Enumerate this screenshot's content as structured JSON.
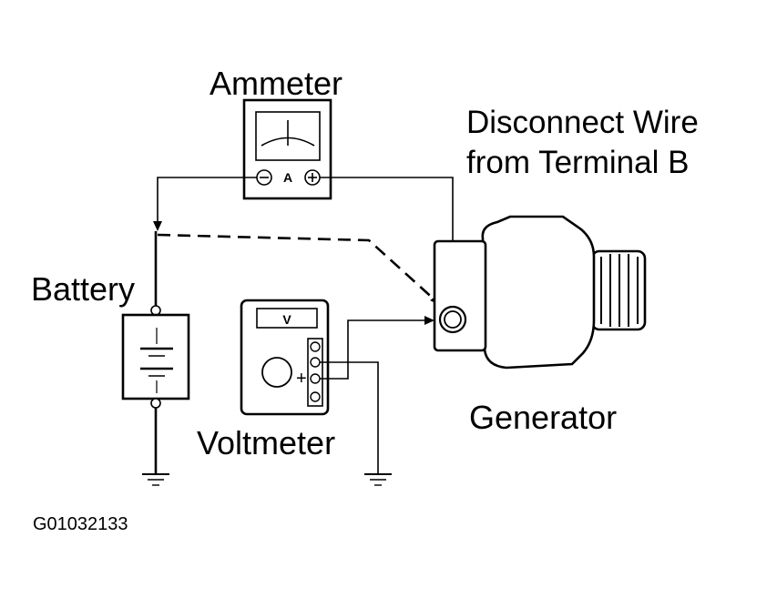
{
  "labels": {
    "ammeter": "Ammeter",
    "battery": "Battery",
    "voltmeter": "Voltmeter",
    "generator": "Generator",
    "instruction_line1": "Disconnect Wire",
    "instruction_line2": "from Terminal B",
    "figure_id": "G01032133",
    "ammeter_unit": "A",
    "voltmeter_unit": "V",
    "ammeter_neg": "−",
    "ammeter_pos": "+",
    "voltmeter_plus": "+"
  },
  "colors": {
    "ink": "#000000",
    "paper": "#ffffff"
  }
}
